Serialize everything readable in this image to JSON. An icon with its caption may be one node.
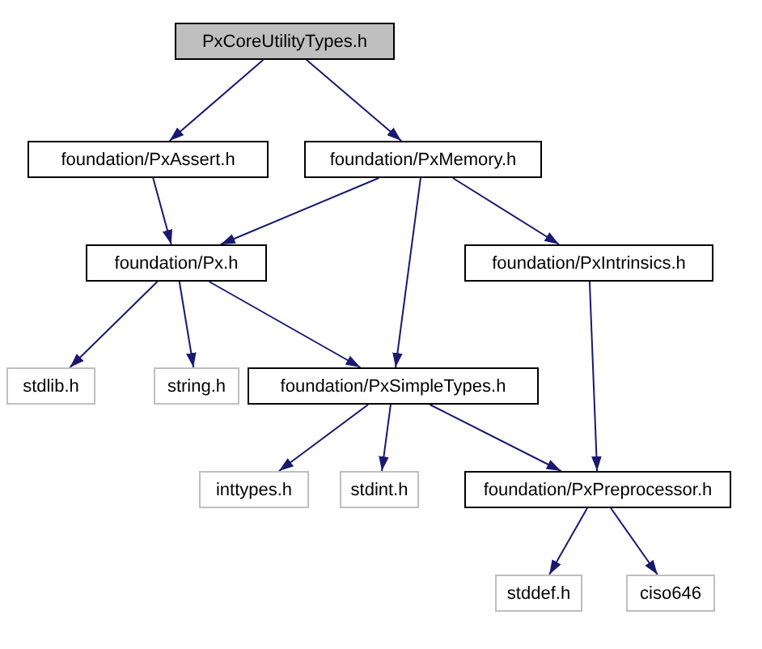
{
  "diagram": {
    "nodes": [
      {
        "text": [
          "PxCoreUtilityTypes.h"
        ]
      },
      {
        "text": [
          "foundation/PxAssert.h"
        ]
      },
      {
        "text": [
          "foundation/PxMemory.h"
        ]
      },
      {
        "text": [
          "foundation/Px.h"
        ]
      },
      {
        "text": [
          "foundation/PxIntrinsics.h"
        ]
      },
      {
        "text": [
          "stdlib.h"
        ]
      },
      {
        "text": [
          "string.h"
        ]
      },
      {
        "text": [
          "foundation/PxSimpleTypes.h"
        ]
      },
      {
        "text": [
          "inttypes.h"
        ]
      },
      {
        "text": [
          "stdint.h"
        ]
      },
      {
        "text": [
          "foundation/PxPreprocessor.h"
        ]
      },
      {
        "text": [
          "stddef.h"
        ]
      },
      {
        "text": [
          "ciso646"
        ]
      }
    ],
    "edges": [
      {
        "from": 0,
        "to": 1,
        "arrow": "to"
      },
      {
        "from": 0,
        "to": 2,
        "arrow": "to"
      },
      {
        "from": 1,
        "to": 3,
        "arrow": "to"
      },
      {
        "from": 2,
        "to": 3,
        "arrow": "to"
      },
      {
        "from": 2,
        "to": 7,
        "arrow": "to"
      },
      {
        "from": 2,
        "to": 4,
        "arrow": "to"
      },
      {
        "from": 3,
        "to": 5,
        "arrow": "to"
      },
      {
        "from": 3,
        "to": 6,
        "arrow": "to"
      },
      {
        "from": 3,
        "to": 7,
        "arrow": "to"
      },
      {
        "from": 4,
        "to": 10,
        "arrow": "to"
      },
      {
        "from": 7,
        "to": 8,
        "arrow": "to"
      },
      {
        "from": 7,
        "to": 9,
        "arrow": "to"
      },
      {
        "from": 7,
        "to": 10,
        "arrow": "to"
      },
      {
        "from": 10,
        "to": 11,
        "arrow": "to"
      },
      {
        "from": 10,
        "to": 12,
        "arrow": "to"
      }
    ]
  }
}
